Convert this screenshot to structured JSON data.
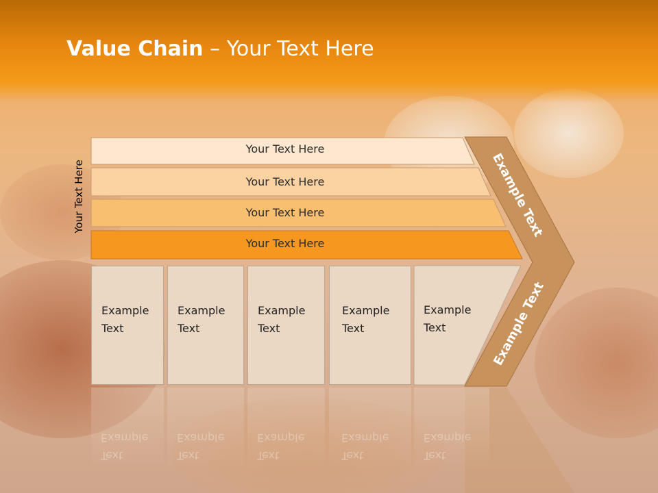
{
  "slide": {
    "title_bold": "Value Chain",
    "title_rest": " – Your Text Here",
    "vertical_label": "Your Text Here"
  },
  "bands": [
    {
      "label": "Your Text Here",
      "color": "#fde7cf"
    },
    {
      "label": "Your Text Here",
      "color": "#fbd3a3"
    },
    {
      "label": "Your Text Here",
      "color": "#f9bf71"
    },
    {
      "label": "Your Text Here",
      "color": "#f6971f"
    }
  ],
  "boxes": [
    {
      "line1": "Example",
      "line2": "Text"
    },
    {
      "line1": "Example",
      "line2": "Text"
    },
    {
      "line1": "Example",
      "line2": "Text"
    },
    {
      "line1": "Example",
      "line2": "Text"
    },
    {
      "line1": "Example",
      "line2": "Text"
    }
  ],
  "chevron": {
    "upper_text": "Example Text",
    "lower_text": "Example Text",
    "color": "#c8925d"
  }
}
